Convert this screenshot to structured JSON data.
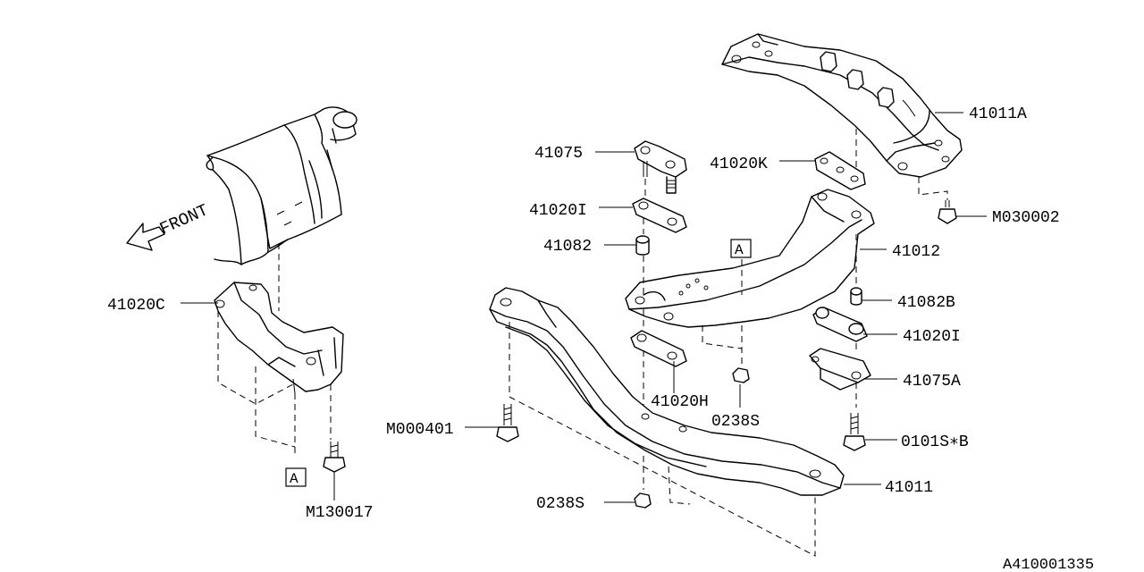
{
  "front_marker": "FRONT",
  "ref_marker": "A",
  "diagram_ref": "A410001335",
  "parts": {
    "p41011A": "41011A",
    "p41075": "41075",
    "p41020K": "41020K",
    "p41020I_top": "41020I",
    "p41082": "41082",
    "p41012": "41012",
    "p41082B": "41082B",
    "p41020I_right": "41020I",
    "p41020C": "41020C",
    "p41075A": "41075A",
    "p41020H": "41020H",
    "p0238S_mid": "0238S",
    "pM000401": "M000401",
    "p0101S": "0101S∗B",
    "p41011": "41011",
    "p0238S_low": "0238S",
    "pM130017": "M130017",
    "pM030002": "M030002"
  }
}
